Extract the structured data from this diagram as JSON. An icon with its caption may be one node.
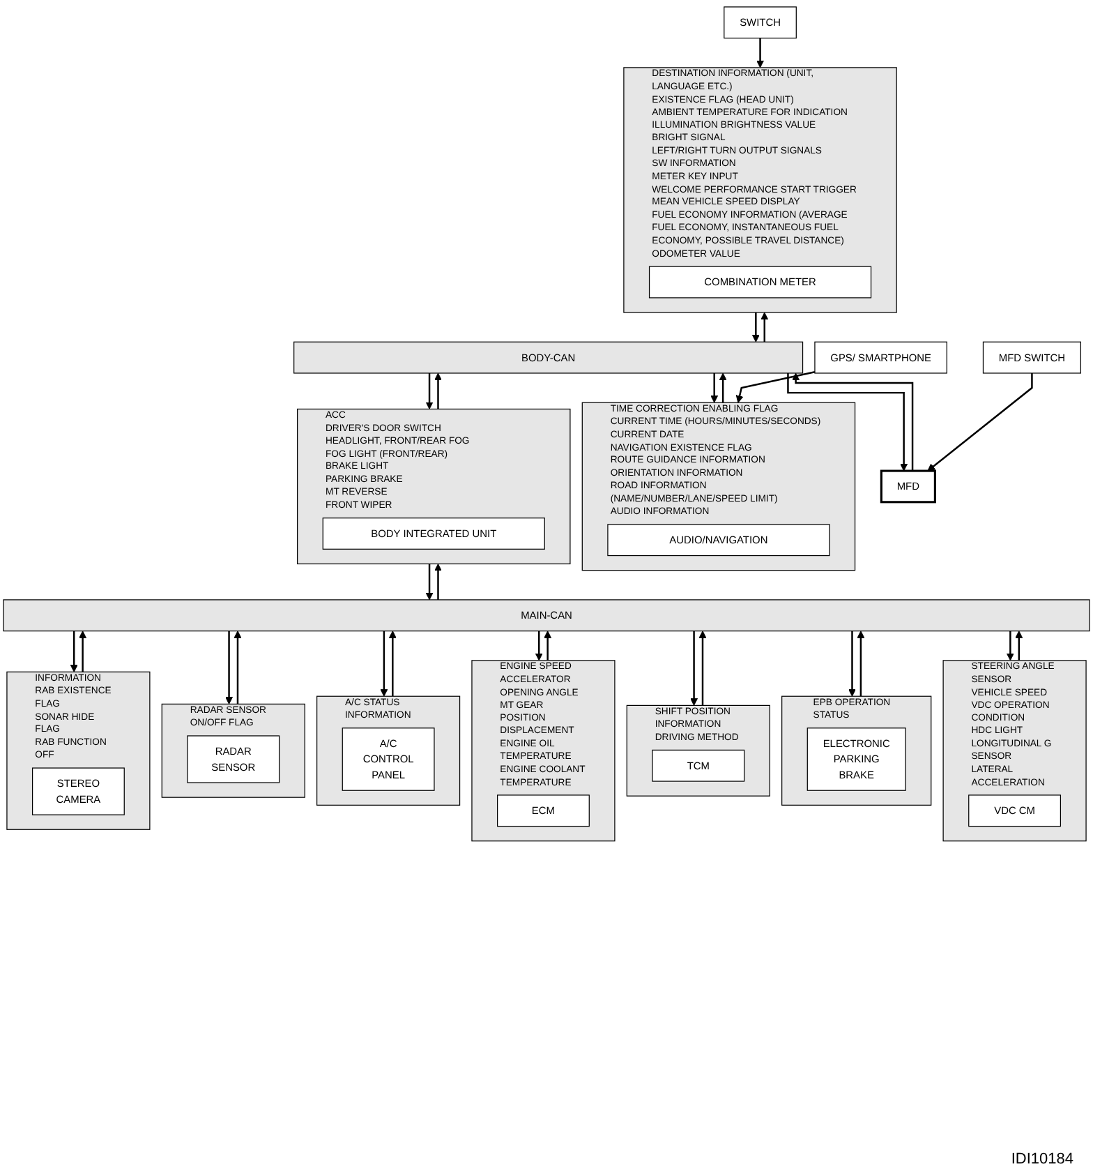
{
  "diagram": {
    "nodes": [
      {
        "text": [
          "DESTINATION INFORMATION (UNIT, LANGUAGE ETC.)",
          "EXISTENCE FLAG (HEAD UNIT)",
          "AMBIENT TEMPERATURE FOR INDICATION",
          "ILLUMINATION BRIGHTNESS VALUE",
          "BRIGHT SIGNAL",
          "LEFT/RIGHT TURN OUTPUT SIGNALS",
          "SW INFORMATION",
          "METER KEY INPUT",
          "WELCOME PERFORMANCE START TRIGGER",
          "MEAN VEHICLE SPEED DISPLAY",
          "FUEL ECONOMY INFORMATION (AVERAGE FUEL ECONOMY, INSTANTANEOUS FUEL ECONOMY, POSSIBLE TRAVEL DISTANCE)",
          "ODOMETER VALUE"
        ]
      },
      {
        "text": [
          "COMBINATION METER"
        ],
        "in": 0
      },
      {
        "text": [
          "SWITCH"
        ]
      },
      {
        "text": [
          "GPS/ SMARTPHONE"
        ]
      },
      {
        "text": [
          "TIME CORRECTION ENABLING FLAG",
          "CURRENT TIME (HOURS/MINUTES/SECONDS)",
          "CURRENT DATE",
          "NAVIGATION EXISTENCE FLAG",
          "ROUTE GUIDANCE INFORMATION",
          "ORIENTATION INFORMATION",
          "ROAD INFORMATION (NAME/NUMBER/LANE/SPEED LIMIT)",
          "AUDIO INFORMATION"
        ]
      },
      {
        "text": [
          "AUDIO/NAVIGATION"
        ],
        "in": 4
      },
      {
        "text": [
          "MFD SWITCH"
        ]
      },
      {
        "text": [
          "MFD"
        ]
      },
      {
        "text": [
          "BODY-CAN"
        ]
      },
      {
        "text": [
          "ACC",
          "DRIVER'S DOOR SWITCH",
          "HEADLIGHT, FRONT/REAR FOG",
          "FOG LIGHT (FRONT/REAR)",
          "BRAKE LIGHT",
          "PARKING BRAKE",
          "MT REVERSE",
          "FRONT WIPER"
        ]
      },
      {
        "text": [
          "BODY INTEGRATED UNIT"
        ],
        "in": 9
      },
      {
        "text": [
          "MAIN-CAN"
        ]
      },
      {
        "text": [
          "INFORMATION",
          "RAB EXISTENCE FLAG",
          "SONAR HIDE FLAG",
          "RAB FUNCTION OFF"
        ]
      },
      {
        "text": [
          "STEREO CAMERA"
        ],
        "in": 12
      },
      {
        "text": [
          "RADAR SENSOR ON/OFF FLAG"
        ]
      },
      {
        "text": [
          "RADAR SENSOR"
        ],
        "in": 14
      },
      {
        "text": [
          "A/C STATUS INFORMATION"
        ]
      },
      {
        "text": [
          "A/C CONTROL PANEL"
        ],
        "in": 16
      },
      {
        "text": [
          "ENGINE SPEED",
          "ACCELERATOR OPENING ANGLE",
          "MT GEAR POSITION",
          "DISPLACEMENT",
          "ENGINE OIL TEMPERATURE",
          "ENGINE COOLANT TEMPERATURE"
        ]
      },
      {
        "text": [
          "ECM"
        ],
        "in": 18
      },
      {
        "text": [
          "SHIFT POSITION INFORMATION",
          "DRIVING METHOD"
        ]
      },
      {
        "text": [
          "TCM"
        ],
        "in": 20
      },
      {
        "text": [
          "EPB OPERATION STATUS"
        ]
      },
      {
        "text": [
          "ELECTRONIC PARKING BRAKE"
        ],
        "in": 22
      },
      {
        "text": [
          "STEERING ANGLE SENSOR",
          "VEHICLE SPEED",
          "VDC OPERATION CONDITION",
          "HDC LIGHT",
          "LONGITUDINAL G SENSOR",
          "LATERAL ACCELERATION"
        ]
      },
      {
        "text": [
          "VDC CM"
        ],
        "in": 24
      }
    ],
    "edges": [
      {
        "from": 2,
        "to": 0,
        "arrow": "to"
      },
      {
        "from": 3,
        "to": 4,
        "arrow": "to"
      },
      {
        "from": 6,
        "to": 7,
        "arrow": "to"
      },
      {
        "from": 0,
        "to": 8,
        "arrow": "to"
      },
      {
        "from": 8,
        "to": 0,
        "arrow": "to"
      },
      {
        "from": 7,
        "to": 8,
        "arrow": "to"
      },
      {
        "from": 8,
        "to": 7,
        "arrow": "to"
      },
      {
        "from": 4,
        "to": 8,
        "arrow": "to"
      },
      {
        "from": 8,
        "to": 4,
        "arrow": "to"
      },
      {
        "from": 8,
        "to": 9,
        "arrow": "to"
      },
      {
        "from": 9,
        "to": 8,
        "arrow": "to"
      },
      {
        "from": 9,
        "to": 11,
        "arrow": "to"
      },
      {
        "from": 11,
        "to": 9,
        "arrow": "to"
      },
      {
        "from": 11,
        "to": 12,
        "arrow": "to"
      },
      {
        "from": 12,
        "to": 11,
        "arrow": "to"
      },
      {
        "from": 11,
        "to": 14,
        "arrow": "to"
      },
      {
        "from": 14,
        "to": 11,
        "arrow": "to"
      },
      {
        "from": 11,
        "to": 16,
        "arrow": "to"
      },
      {
        "from": 16,
        "to": 11,
        "arrow": "to"
      },
      {
        "from": 11,
        "to": 18,
        "arrow": "to"
      },
      {
        "from": 18,
        "to": 11,
        "arrow": "to"
      },
      {
        "from": 11,
        "to": 20,
        "arrow": "to"
      },
      {
        "from": 20,
        "to": 11,
        "arrow": "to"
      },
      {
        "from": 11,
        "to": 22,
        "arrow": "to"
      },
      {
        "from": 22,
        "to": 11,
        "arrow": "to"
      },
      {
        "from": 11,
        "to": 24,
        "arrow": "to"
      },
      {
        "from": 24,
        "to": 11,
        "arrow": "to"
      }
    ],
    "labels": [
      "IDI10184"
    ]
  }
}
